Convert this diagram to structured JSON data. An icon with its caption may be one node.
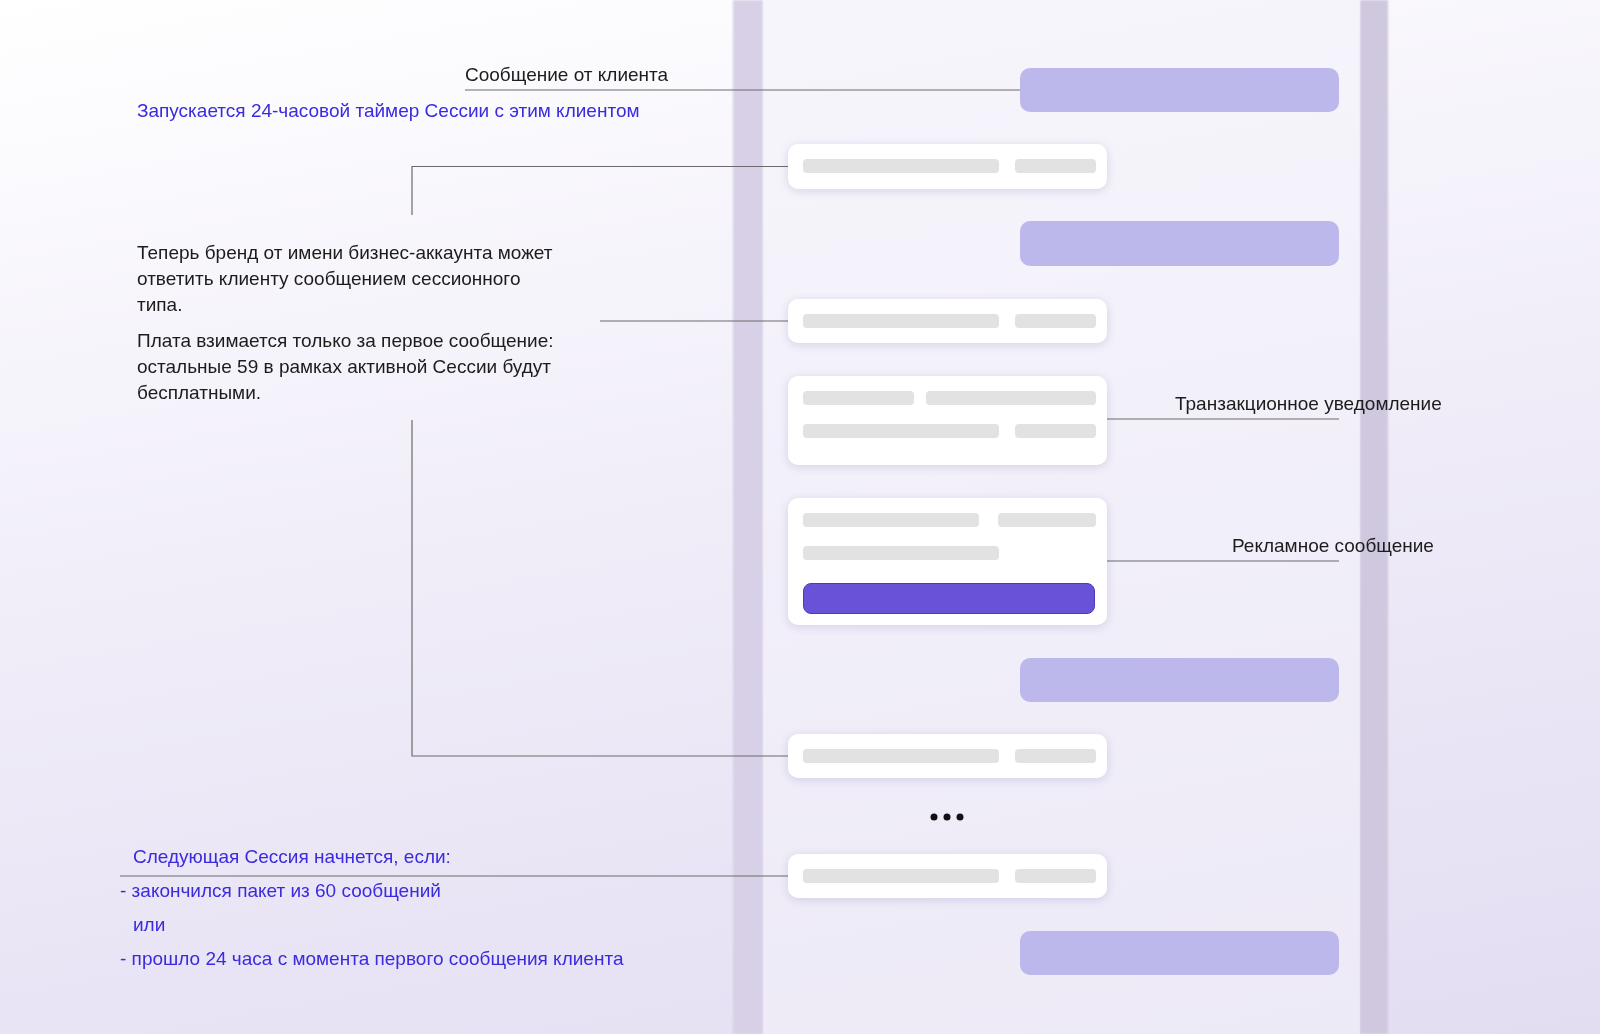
{
  "diagram": {
    "nodes": [
      {
        "text": [
          "Сообщение от клиента"
        ]
      },
      {
        "text": [],
        "shape": "box"
      },
      {
        "text": [],
        "shape": "box"
      },
      {
        "text": [],
        "shape": "box"
      },
      {
        "text": [
          "Теперь бренд от имени бизнес-аккаунта может ответить клиенту сообщением сессионного типа.",
          "Плата взимается только за первое сообщение: остальные 59 в рамках активной Сессии будут бесплатными."
        ]
      },
      {
        "text": [],
        "shape": "box"
      },
      {
        "text": [],
        "shape": "box"
      },
      {
        "text": [
          "Транзакционное уведомление"
        ]
      },
      {
        "text": [],
        "shape": "box"
      },
      {
        "text": [
          "Рекламное сообщение"
        ]
      },
      {
        "text": [],
        "shape": "box"
      },
      {
        "text": [],
        "shape": "box"
      },
      {
        "text": [
          "Следующая Сессия начнется, если:",
          "- закончился пакет из 60 сообщений",
          "или",
          "- прошло 24 часа с момента первого сообщения клиента"
        ]
      },
      {
        "text": [],
        "shape": "box"
      },
      {
        "text": [],
        "shape": "box"
      }
    ],
    "edges": [
      {
        "from": 0,
        "to": 1,
        "arrow": "none"
      },
      {
        "from": 4,
        "to": 2,
        "arrow": "none"
      },
      {
        "from": 4,
        "to": 5,
        "arrow": "none"
      },
      {
        "from": 4,
        "to": 11,
        "arrow": "none"
      },
      {
        "from": 7,
        "to": 6,
        "arrow": "none"
      },
      {
        "from": 9,
        "to": 8,
        "arrow": "none"
      },
      {
        "from": 12,
        "to": 13,
        "arrow": "none"
      }
    ],
    "labels": [
      "Запускается 24-часовой таймер Сессии с этим клиентом"
    ]
  }
}
